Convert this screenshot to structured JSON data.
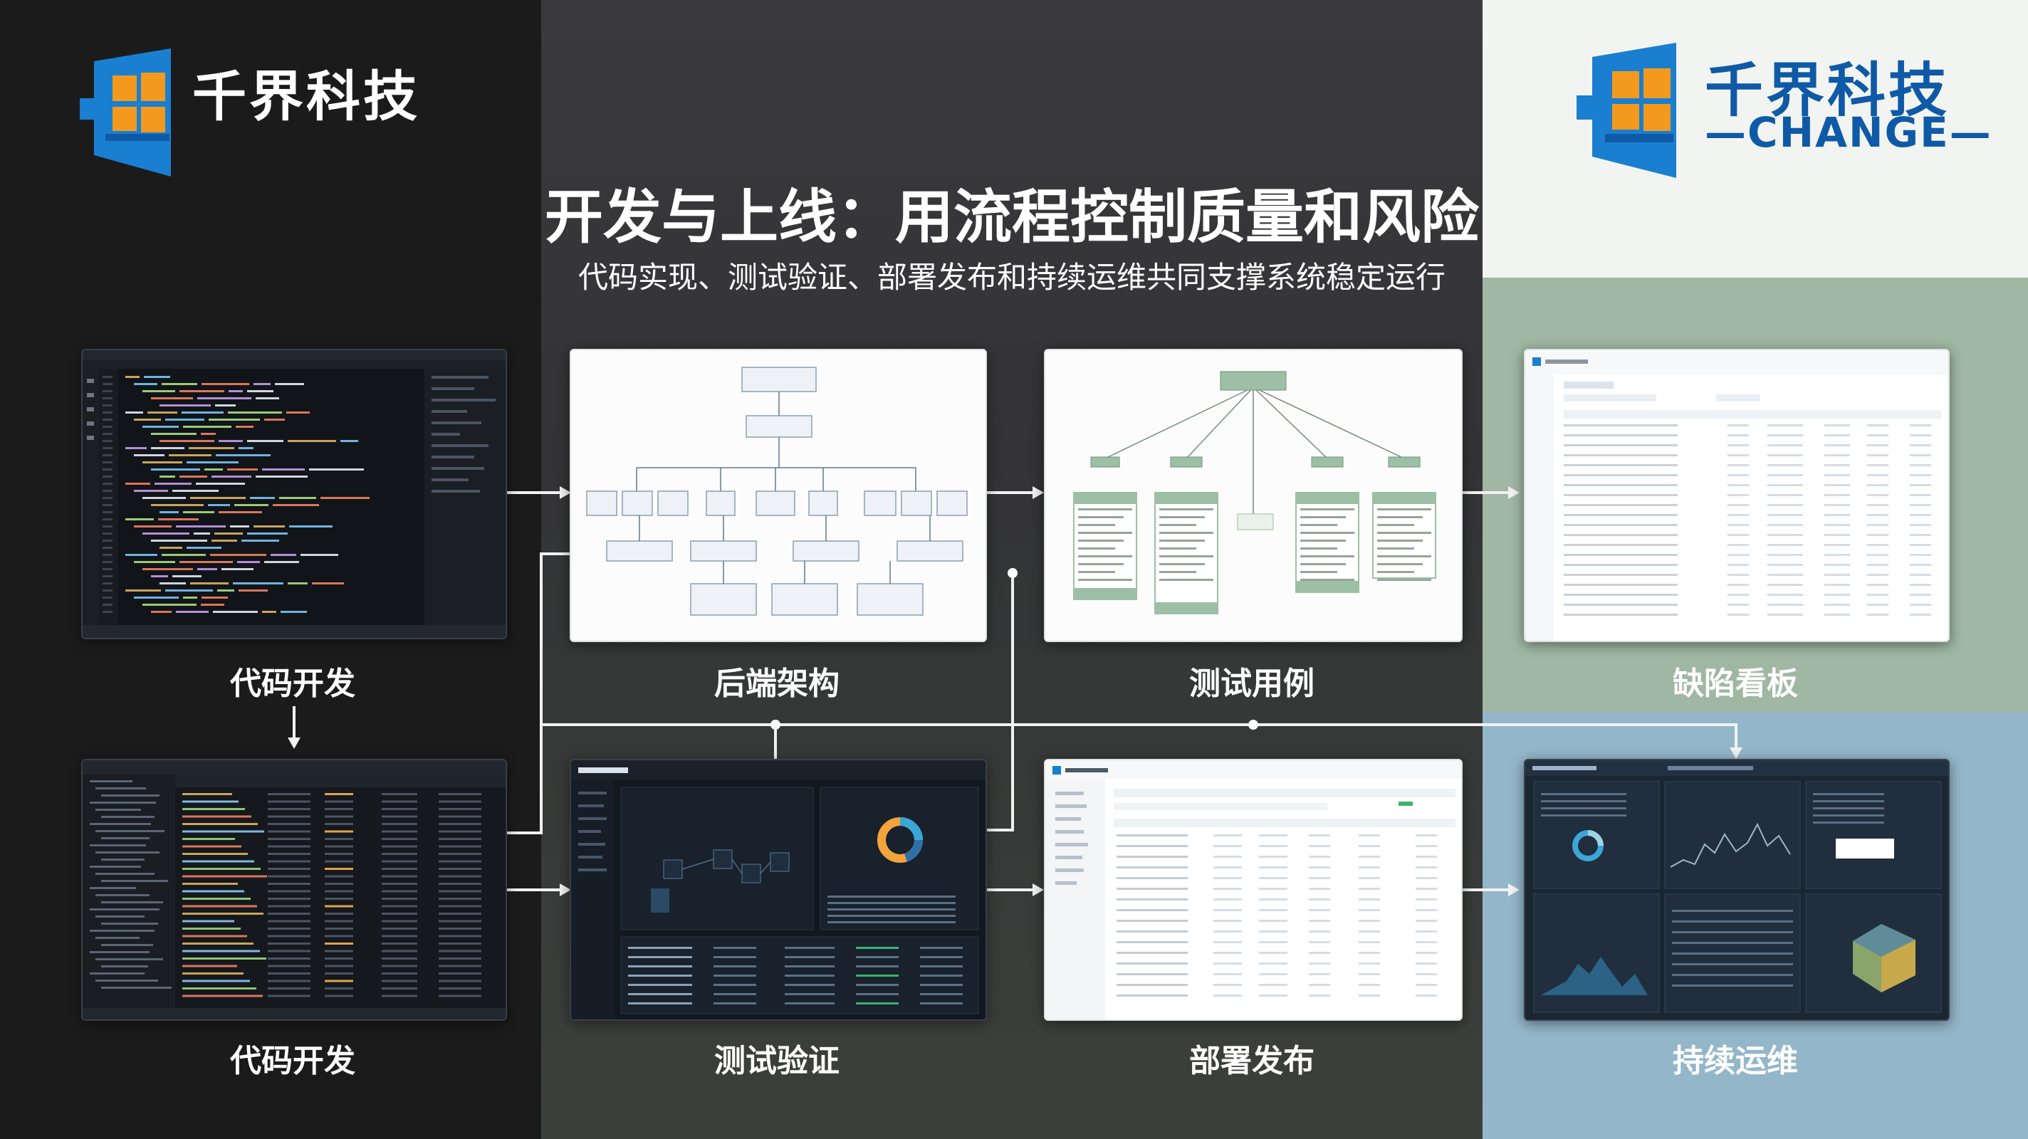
{
  "brand": {
    "name": "千界科技",
    "tagline": "CHANGE",
    "primary_color": "#0f5aa6",
    "accent_color": "#f39a1e"
  },
  "header": {
    "title": "开发与上线：用流程控制质量和风险",
    "subtitle": "代码实现、测试验证、部署发布和持续运维共同支撑系统稳定运行"
  },
  "stages": {
    "code_dev_top": {
      "label": "代码开发"
    },
    "backend_arch": {
      "label": "后端架构"
    },
    "test_cases": {
      "label": "测试用例"
    },
    "defect_board": {
      "label": "缺陷看板"
    },
    "code_dev_bottom": {
      "label": "代码开发"
    },
    "test_verify": {
      "label": "测试验证"
    },
    "deploy_release": {
      "label": "部署发布"
    },
    "continuous_ops": {
      "label": "持续运维"
    }
  },
  "colors": {
    "connector": "#f2f2f2",
    "card_dark": "#15191f",
    "card_light": "#fbfcfb",
    "diagram_green": "#9dbfa5",
    "gauge_orange": "#f2a33a",
    "gauge_blue": "#3aa7d8"
  }
}
